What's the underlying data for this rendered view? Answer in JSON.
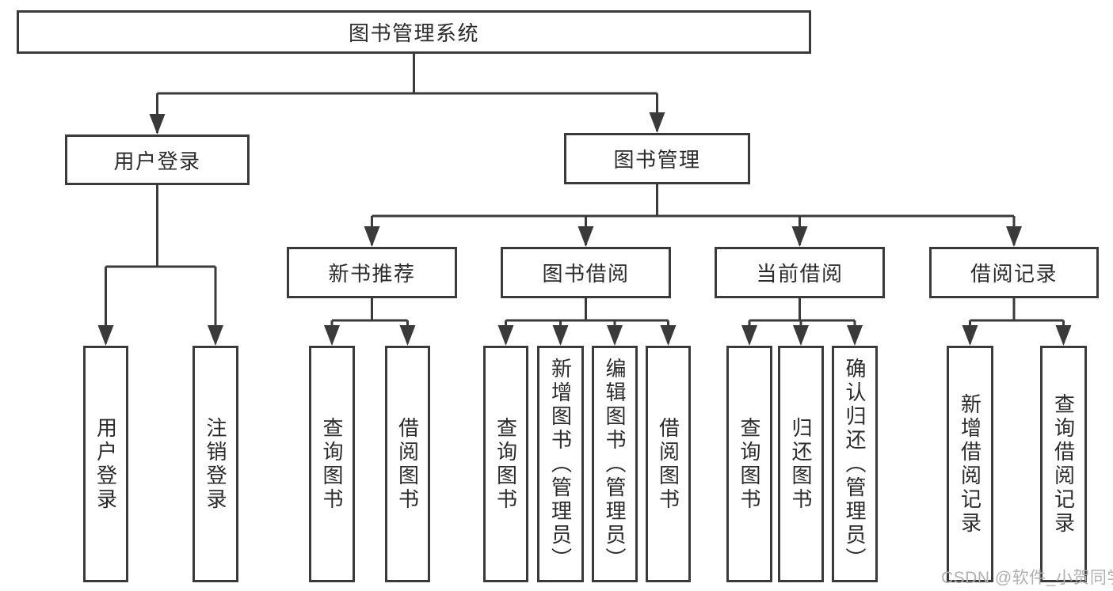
{
  "diagram": {
    "root": {
      "label": "图书管理系统"
    },
    "level2": {
      "user_login": {
        "label": "用户登录"
      },
      "book_mgmt": {
        "label": "图书管理"
      }
    },
    "level3": {
      "new_book_rec": {
        "label": "新书推荐"
      },
      "book_borrow": {
        "label": "图书借阅"
      },
      "current_borrow": {
        "label": "当前借阅"
      },
      "borrow_records": {
        "label": "借阅记录"
      }
    },
    "leaves": {
      "user_login": {
        "label": "用户登录"
      },
      "logout": {
        "label": "注销登录"
      },
      "nb_query_books": {
        "label": "查询图书"
      },
      "nb_borrow_books": {
        "label": "借阅图书"
      },
      "bb_query_books": {
        "label": "查询图书"
      },
      "bb_add_books": {
        "label": "新增图书（管理员）"
      },
      "bb_edit_books": {
        "label": "编辑图书（管理员）"
      },
      "bb_borrow_books": {
        "label": "借阅图书"
      },
      "cb_query_books": {
        "label": "查询图书"
      },
      "cb_return_books": {
        "label": "归还图书"
      },
      "cb_confirm_return": {
        "label": "确认归还（管理员）"
      },
      "br_add_record": {
        "label": "新增借阅记录"
      },
      "br_query_record": {
        "label": "查询借阅记录"
      }
    }
  },
  "watermark": {
    "text": "CSDN @软件_小贺同学"
  },
  "colors": {
    "line": "#3a3a3a",
    "text": "#2b2b2b",
    "box_bg": "#ffffff",
    "page_bg": "#ffffff",
    "watermark": "#b0b0b0"
  }
}
